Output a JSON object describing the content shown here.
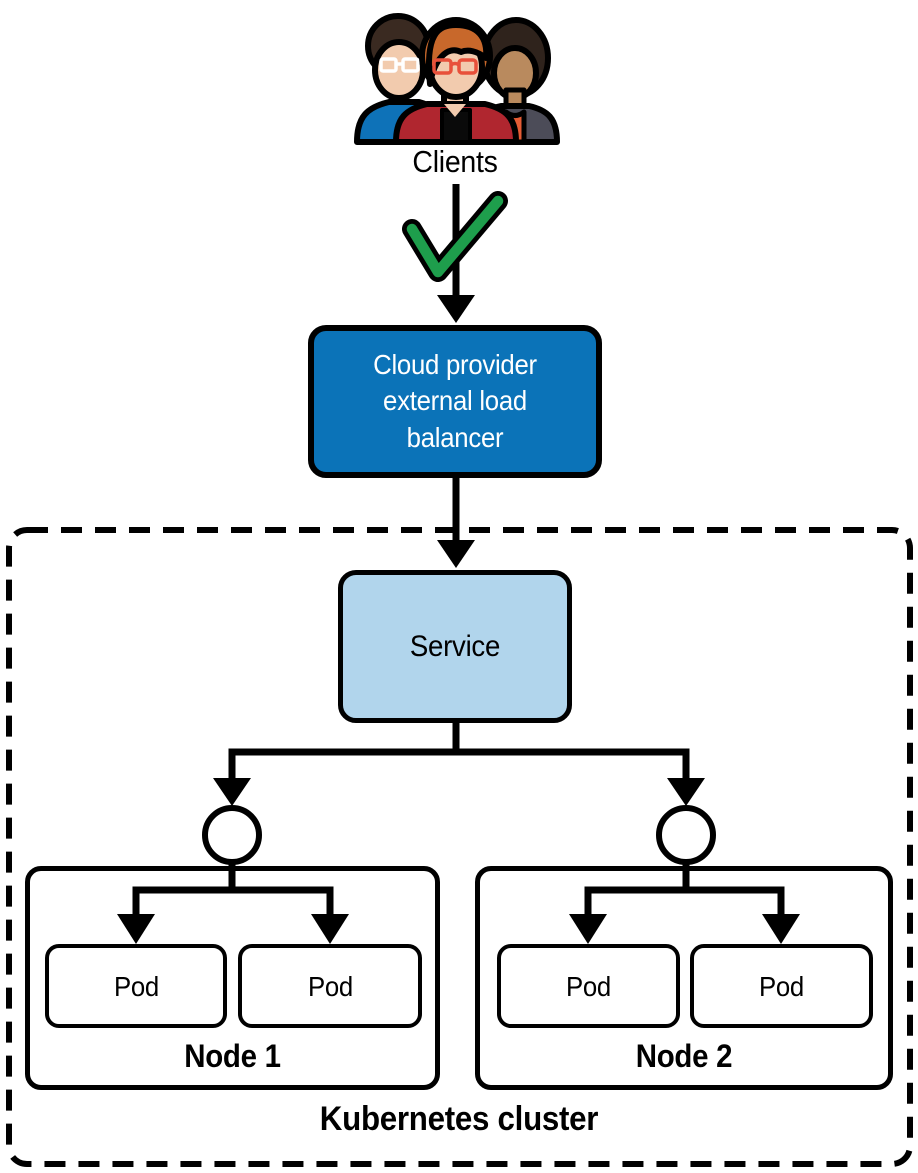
{
  "diagram": {
    "title_context": "Kubernetes external load balancer traffic flow",
    "clients": {
      "label": "Clients"
    },
    "check": {
      "color": "#1e9e4c"
    },
    "load_balancer": {
      "label": "Cloud provider external load balancer",
      "fill": "#0b73b8",
      "text_color": "#ffffff"
    },
    "service": {
      "label": "Service",
      "fill": "#b1d5ec"
    },
    "cluster": {
      "label": "Kubernetes cluster"
    },
    "nodes": [
      {
        "label": "Node 1",
        "pods": [
          "Pod",
          "Pod"
        ]
      },
      {
        "label": "Node 2",
        "pods": [
          "Pod",
          "Pod"
        ]
      }
    ],
    "line_color": "#000000",
    "icon_colors": {
      "left_shirt": "#0e72b8",
      "left_hair": "#3a2a21",
      "middle_jacket": "#b0262f",
      "middle_hair": "#c8682b",
      "middle_glasses": "#e8503a",
      "middle_shirt": "#0a0a0a",
      "right_jacket": "#4c4c58",
      "right_top": "#e55c35",
      "right_hair": "#2f231c",
      "skin_light": "#f2cbae",
      "skin_brown": "#b98a5e"
    }
  }
}
